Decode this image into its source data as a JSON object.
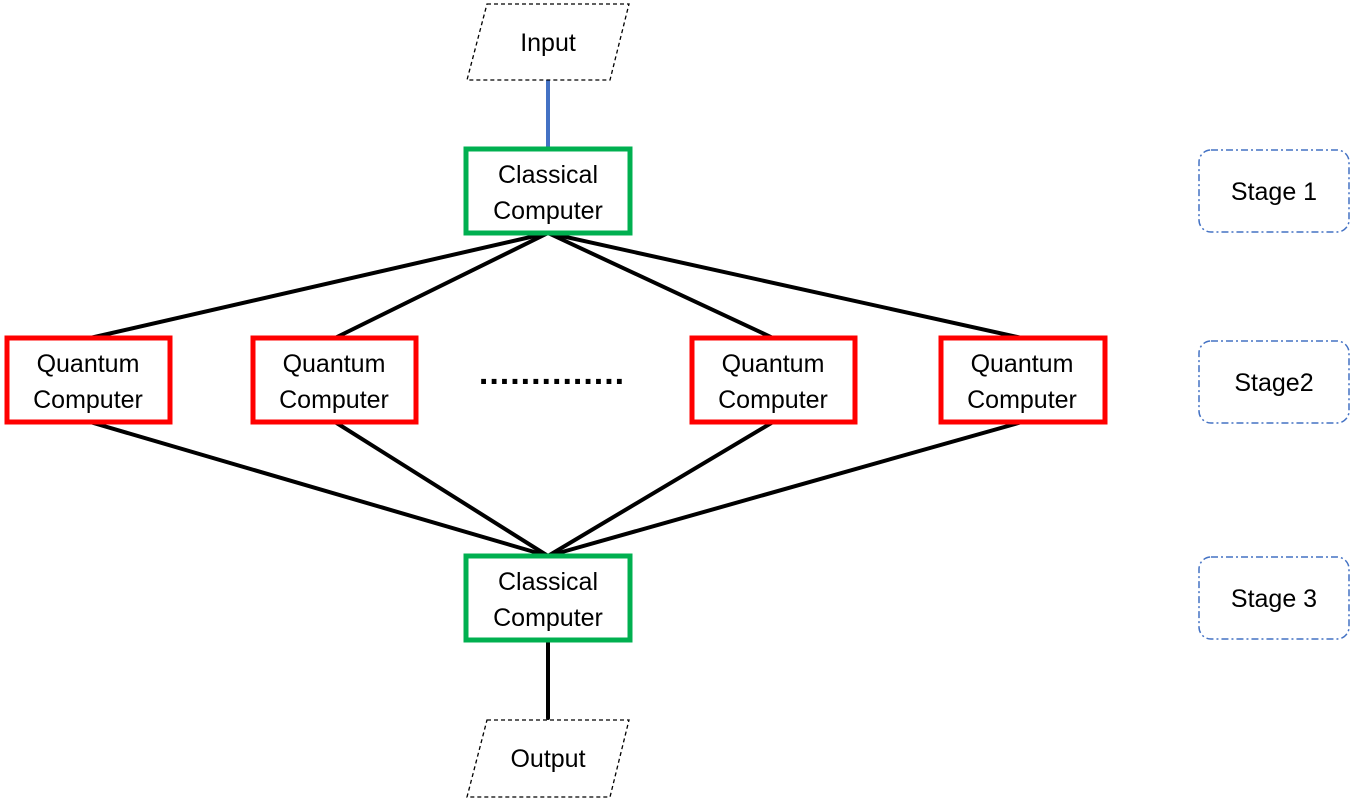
{
  "colors": {
    "classical": "#00b050",
    "quantum": "#ff0000",
    "stage_border": "#4472c4",
    "input_connector": "#4472c4",
    "edge": "#000000"
  },
  "io": {
    "input": "Input",
    "output": "Output"
  },
  "classical": {
    "top": [
      "Classical",
      "Computer"
    ],
    "bottom": [
      "Classical",
      "Computer"
    ]
  },
  "quantum": [
    [
      "Quantum",
      "Computer"
    ],
    [
      "Quantum",
      "Computer"
    ],
    [
      "Quantum",
      "Computer"
    ],
    [
      "Quantum",
      "Computer"
    ]
  ],
  "ellipsis": "..............",
  "stages": [
    "Stage 1",
    "Stage2",
    "Stage 3"
  ]
}
